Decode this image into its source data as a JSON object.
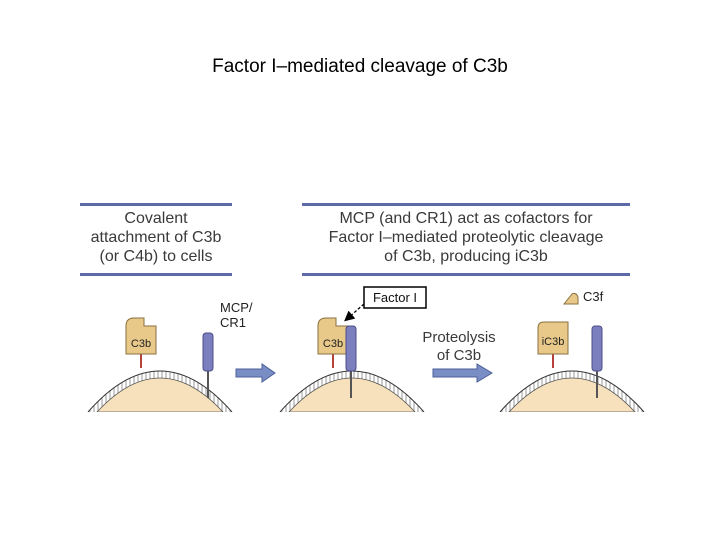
{
  "title": "Factor I–mediated cleavage of C3b",
  "panels": {
    "left_box": {
      "line1": "Covalent",
      "line2": "attachment of C3b",
      "line3": "(or C4b) to cells"
    },
    "right_box": {
      "line1": "MCP (and CR1) act as cofactors for",
      "line2": "Factor I–mediated proteolytic cleavage",
      "line3": "of C3b, producing iC3b"
    }
  },
  "labels": {
    "c3b_left": "C3b",
    "mcp_line1": "MCP/",
    "mcp_line2": "CR1",
    "c3b_mid": "C3b",
    "factor_i": "Factor I",
    "proteolysis_line1": "Proteolysis",
    "proteolysis_line2": "of C3b",
    "ic3b": "iC3b",
    "c3f": "C3f"
  },
  "colors": {
    "protein_fill": "#e8c98a",
    "receptor_fill": "#7c7fbe",
    "cell_fill": "#f6e1bc",
    "arrow_fill": "#7a8ec6",
    "box_border": "#5d6aa8",
    "tether": "#b5423a"
  }
}
